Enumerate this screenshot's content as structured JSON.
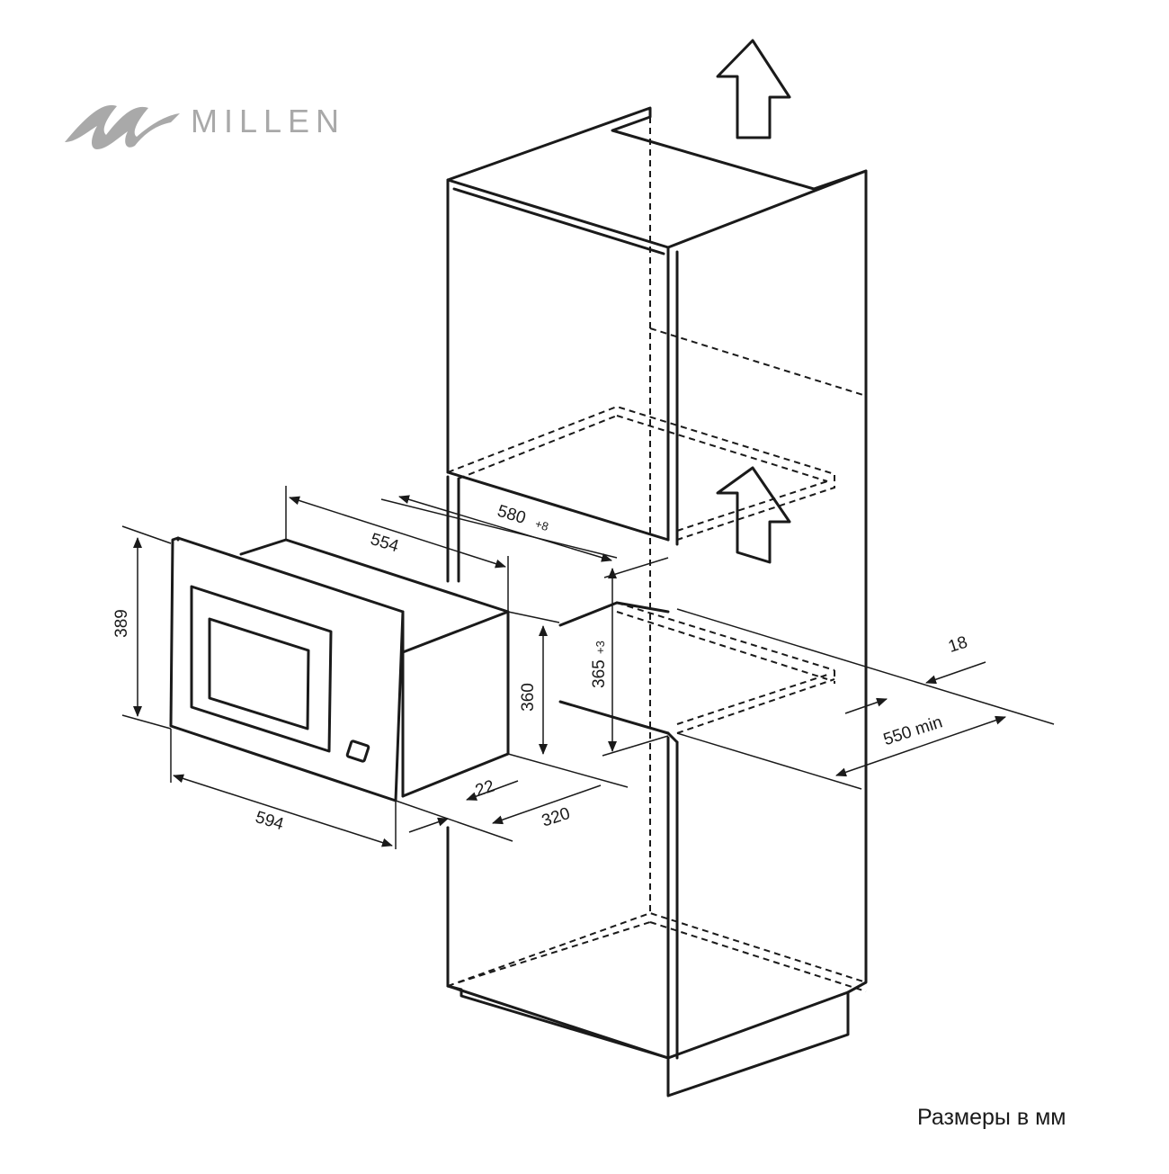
{
  "brand": {
    "name": "MILLEN",
    "color": "#a9a9a9",
    "logo_icon": "millen-logo-icon"
  },
  "caption": "Размеры в мм",
  "dimensions": {
    "oven_width": "594",
    "oven_height": "389",
    "oven_depth": "554",
    "body_height": "360",
    "body_depth": "320",
    "frame_offset": "22",
    "niche_width": "580",
    "niche_width_tolerance": "+8",
    "niche_height": "365",
    "niche_height_tolerance": "+3",
    "cabinet_depth": "550 min",
    "panel_thickness": "18"
  },
  "icons": [
    "ventilation-arrow-icon",
    "ventilation-arrow-icon"
  ]
}
